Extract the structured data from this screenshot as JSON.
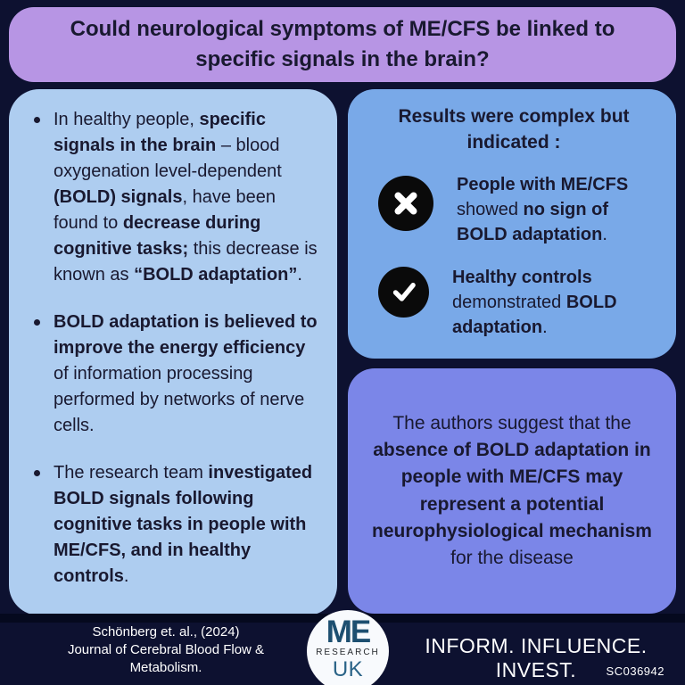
{
  "colors": {
    "bg": "#0d1130",
    "stripe": "#05091e",
    "title-bg": "#b795e4",
    "left-bg": "#aecdf0",
    "results-bg": "#79a9e8",
    "authors-bg": "#7b86e8",
    "panel-text": "#191930",
    "icon-bg": "#0a0a0a",
    "white": "#ffffff",
    "logo-circle": "#f8fafd",
    "logo-me": "#1d4f70",
    "logo-research": "#25282c",
    "logo-uk": "#2a6387"
  },
  "title": {
    "text": "Could neurological symptoms of ME/CFS be linked to specific signals in the brain?"
  },
  "left_panel": {
    "bullets": [
      [
        {
          "t": "In healthy people, ",
          "b": false
        },
        {
          "t": "specific signals in the brain",
          "b": true
        },
        {
          "t": " – blood oxygenation level-dependent ",
          "b": false
        },
        {
          "t": "(BOLD) signals",
          "b": true
        },
        {
          "t": ", have been found to ",
          "b": false
        },
        {
          "t": "decrease during cognitive tasks;",
          "b": true
        },
        {
          "t": " this decrease is known as ",
          "b": false
        },
        {
          "t": "“BOLD adaptation”",
          "b": true
        },
        {
          "t": ".",
          "b": false
        }
      ],
      [
        {
          "t": "BOLD adaptation is believed to improve the energy efficiency",
          "b": true
        },
        {
          "t": " of information processing performed by networks of nerve cells.",
          "b": false
        }
      ],
      [
        {
          "t": "The research team ",
          "b": false
        },
        {
          "t": "investigated BOLD signals following cognitive tasks in people with ME/CFS, and in healthy controls",
          "b": true
        },
        {
          "t": ".",
          "b": false
        }
      ]
    ]
  },
  "results_panel": {
    "heading": "Results were complex but indicated :",
    "items": [
      {
        "icon": "x-circle-icon",
        "segments": [
          {
            "t": "People with ME/CFS",
            "b": true
          },
          {
            "t": " showed ",
            "b": false
          },
          {
            "t": "no sign of BOLD adaptation",
            "b": true
          },
          {
            "t": ".",
            "b": false
          }
        ]
      },
      {
        "icon": "check-circle-icon",
        "segments": [
          {
            "t": "Healthy controls",
            "b": true
          },
          {
            "t": " demonstrated ",
            "b": false
          },
          {
            "t": "BOLD adaptation",
            "b": true
          },
          {
            "t": ".",
            "b": false
          }
        ]
      }
    ]
  },
  "authors_panel": {
    "segments": [
      {
        "t": "The authors suggest that the ",
        "b": false
      },
      {
        "t": "absence of BOLD adaptation in people with ME/CFS may represent a potential neurophysiological mechanism",
        "b": true
      },
      {
        "t": " for the disease",
        "b": false
      }
    ]
  },
  "footer": {
    "citation_line1": "Schönberg et. al., (2024)",
    "citation_line2": "Journal of Cerebral Blood Flow &",
    "citation_line3": "Metabolism.",
    "logo": {
      "me": "ME",
      "research": "RESEARCH",
      "uk": "UK"
    },
    "tagline": "INFORM. INFLUENCE. INVEST.",
    "charity_number": "SC036942"
  }
}
